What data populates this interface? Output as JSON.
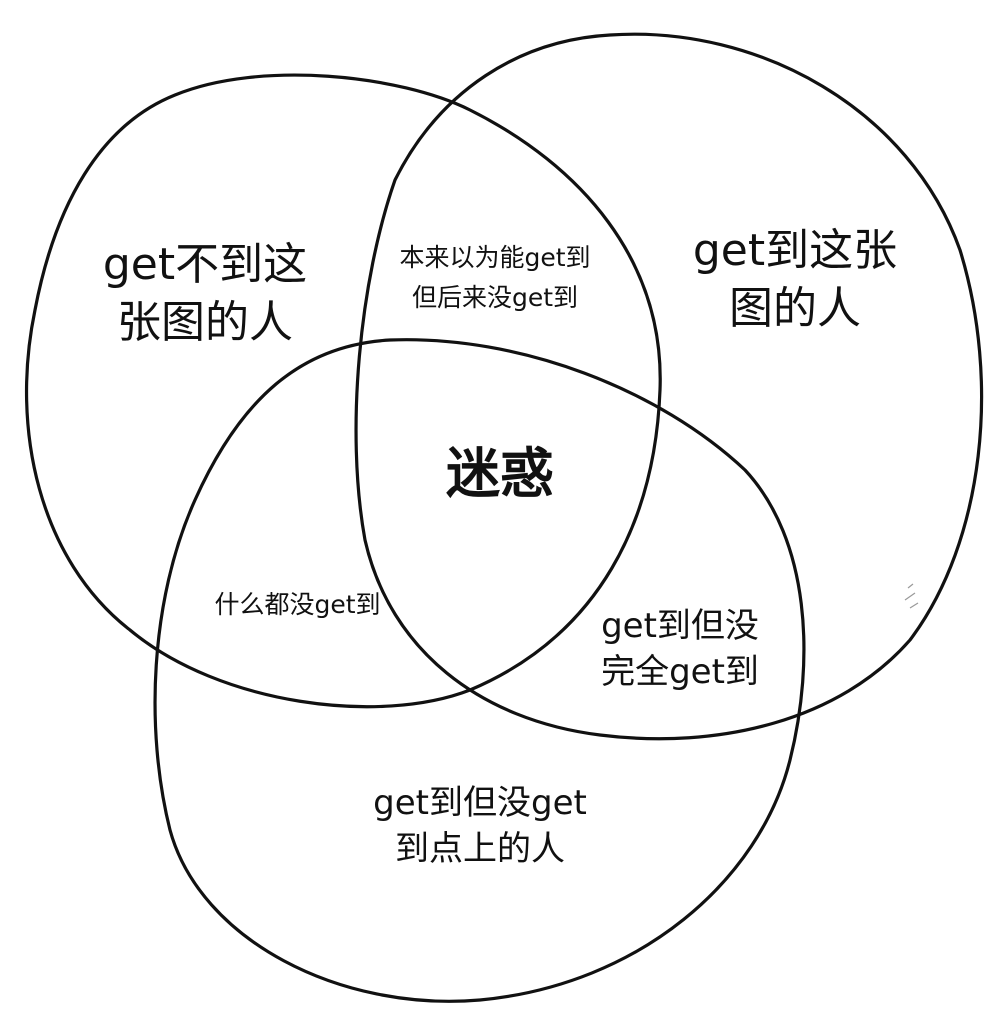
{
  "regions": {
    "left_only": [
      "get不到这",
      "张图的人"
    ],
    "right_only": [
      "get到这张",
      "图的人"
    ],
    "bottom_only": [
      "get到但没get",
      "到点上的人"
    ],
    "left_right": [
      "本来以为能get到",
      "但后来没get到"
    ],
    "left_bottom": [
      "什么都没get到"
    ],
    "right_bottom": [
      "get到但没",
      "完全get到"
    ],
    "center": "迷惑"
  },
  "colors": {
    "stroke": "#111111",
    "background": "#ffffff",
    "text": "#111111"
  }
}
